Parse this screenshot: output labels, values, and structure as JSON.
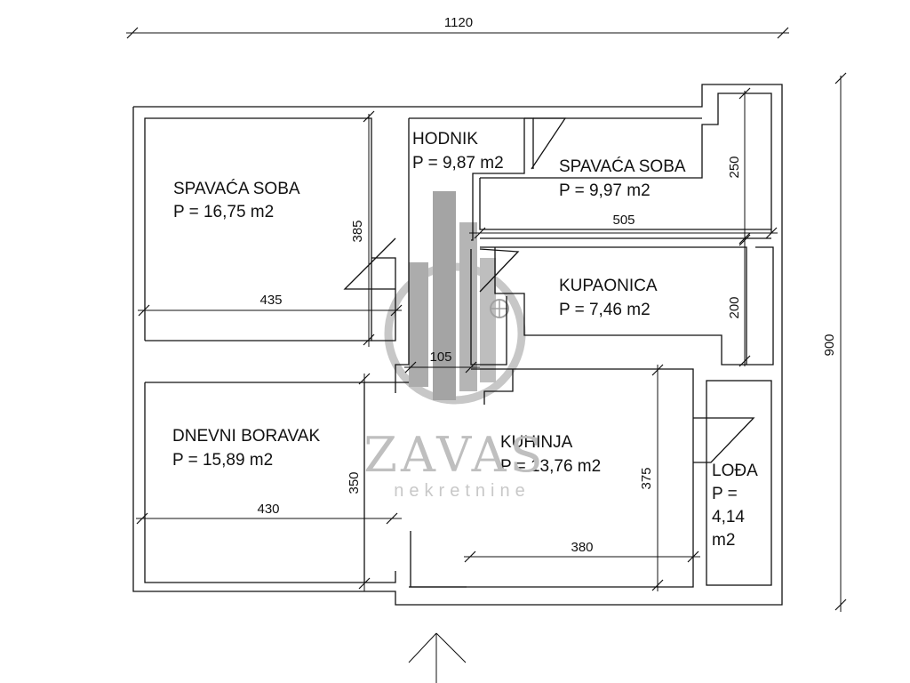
{
  "dimensions": {
    "total_width": "1120",
    "total_height": "900",
    "bedroom1_width": "435",
    "bedroom1_height": "385",
    "bedroom2_width": "505",
    "bedroom2_height": "250",
    "bathroom_height": "200",
    "hall_width": "105",
    "living_width": "430",
    "living_height": "350",
    "kitchen_width": "380",
    "kitchen_height": "375"
  },
  "rooms": {
    "bedroom1": {
      "name": "SPAVAĆA SOBA",
      "area": "P = 16,75 m2"
    },
    "hallway": {
      "name": "HODNIK",
      "area": "P = 9,87 m2"
    },
    "bedroom2": {
      "name": "SPAVAĆA SOBA",
      "area": "P = 9,97 m2"
    },
    "bathroom": {
      "name": "KUPAONICA",
      "area": "P = 7,46 m2"
    },
    "living": {
      "name": "DNEVNI BORAVAK",
      "area": "P = 15,89 m2"
    },
    "kitchen": {
      "name": "KUHINJA",
      "area": "P = 13,76 m2"
    },
    "loggia": {
      "name": "LOĐA",
      "area_line1": "P =",
      "area_line2": "4,14",
      "area_line3": "m2"
    }
  },
  "watermark": {
    "brand": "ZAVAS",
    "sub": "nekretnine"
  }
}
